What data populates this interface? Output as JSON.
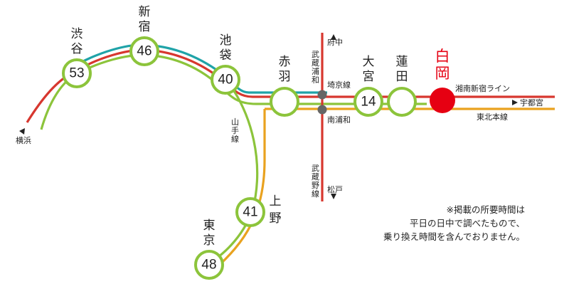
{
  "colors": {
    "shonan": "#d7372f",
    "saikyo": "#1fa3a8",
    "yamanote": "#8cc43b",
    "keihin": "#8cc43b",
    "tohoku": "#e9a21f",
    "musashino": "#d7372f",
    "destination": "#e60012",
    "junction": "#666666"
  },
  "stations": {
    "shibuya": {
      "name_1": "渋",
      "name_2": "谷",
      "minutes": "53"
    },
    "shinjuku": {
      "name_1": "新",
      "name_2": "宿",
      "minutes": "46"
    },
    "ikebukuro": {
      "name_1": "池",
      "name_2": "袋",
      "minutes": "40"
    },
    "akabane": {
      "name_1": "赤",
      "name_2": "羽",
      "minutes": ""
    },
    "omiya": {
      "name_1": "大",
      "name_2": "宮",
      "minutes": "14"
    },
    "hasuda": {
      "name_1": "蓮",
      "name_2": "田",
      "minutes": ""
    },
    "shiraoka": {
      "name_1": "白",
      "name_2": "岡"
    },
    "ueno": {
      "name_1": "上",
      "name_2": "野",
      "minutes": "41"
    },
    "tokyo": {
      "name_1": "東",
      "name_2": "京",
      "minutes": "48"
    }
  },
  "labels": {
    "yokohama": "横浜",
    "fuchu": "府中",
    "matsudo": "松戸",
    "musashi_urawa": "武蔵浦和",
    "saikyo_line": "埼京線",
    "minami_urawa": "南浦和",
    "musashino_line": "武蔵野線",
    "yamanote_line": "山手線",
    "shonan_shinjuku_line": "湘南新宿ライン",
    "utsunomiya": "宇都宮",
    "tohoku_line": "東北本線"
  },
  "note": {
    "line1": "※掲載の所要時間は",
    "line2": "平日の日中で調べたもので、",
    "line3": "乗り換え時間を含んでおりません。"
  }
}
